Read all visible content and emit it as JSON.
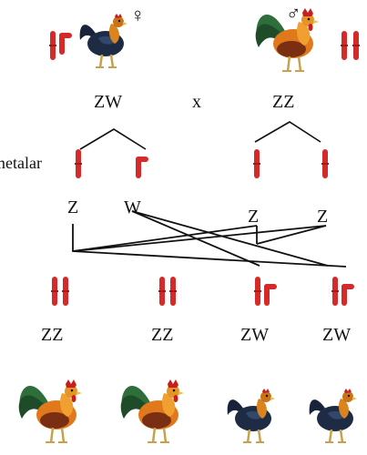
{
  "parents": {
    "female": {
      "symbol": "♀",
      "genotype": "ZW"
    },
    "male": {
      "symbol": "♂",
      "genotype": "ZZ"
    },
    "cross_sign": "x"
  },
  "gametes": {
    "label": "metalar",
    "female": [
      "Z",
      "W"
    ],
    "male": [
      "Z",
      "Z"
    ]
  },
  "offspring": [
    "ZZ",
    "ZZ",
    "ZW",
    "ZW"
  ],
  "colors": {
    "chromosome": "#d42a2a",
    "line": "#111111",
    "rooster_tail": "#2f6d3a",
    "rooster_body": "#e0781c",
    "rooster_comb": "#c81e1e",
    "hen_body": "#1d2b45",
    "hen_neck": "#d9841f"
  }
}
